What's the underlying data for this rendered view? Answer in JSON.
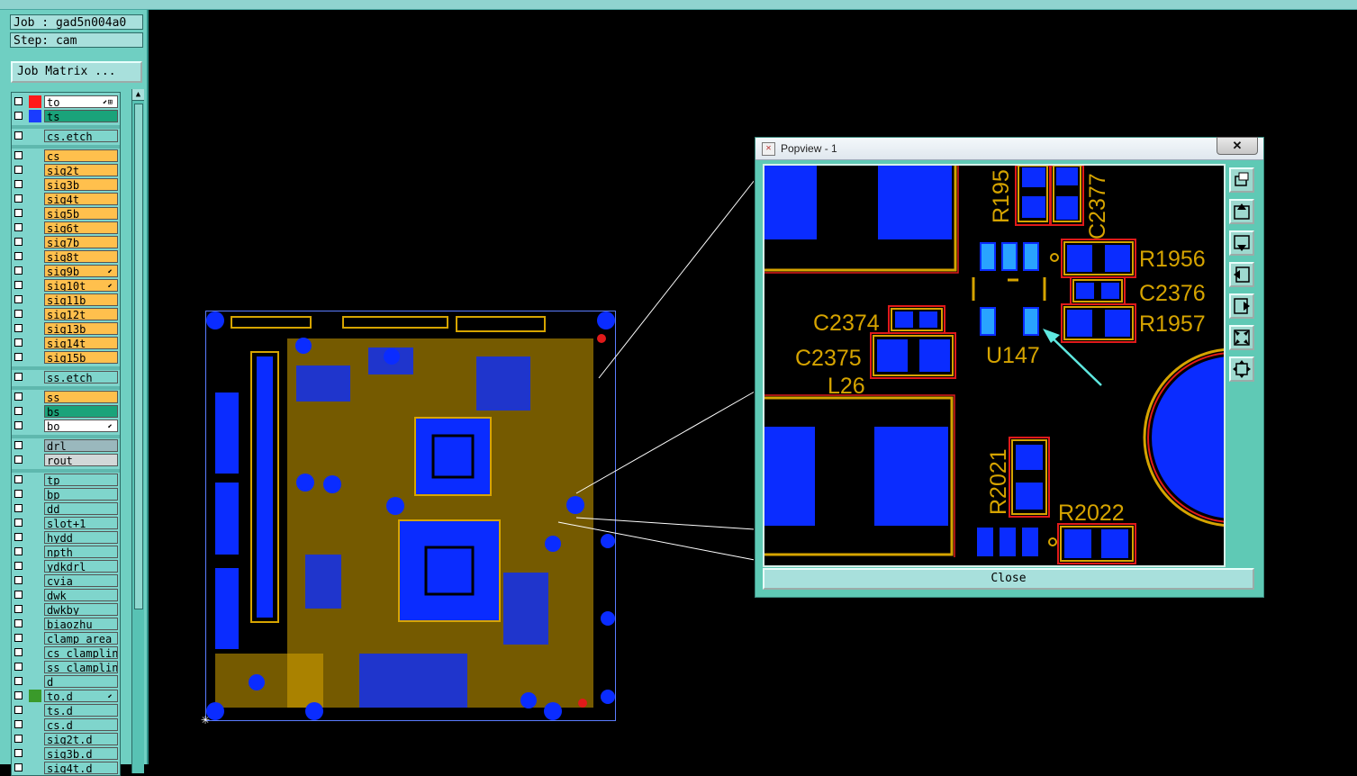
{
  "job": {
    "job_line": "Job : gad5n004a0",
    "step_line": "Step: cam",
    "matrix_button": "Job Matrix ..."
  },
  "layers_group1": [
    {
      "name": "to",
      "swatch": "#ff1a1a",
      "bg": "#ffffff",
      "flag": "⬋⊞"
    },
    {
      "name": "ts",
      "swatch": "#1a3cff",
      "bg": "#1aa37a",
      "flag": ""
    }
  ],
  "layers_group2": [
    {
      "name": "cs.etch",
      "swatch": "",
      "bg": "#7fd5cc",
      "flag": ""
    }
  ],
  "layers_group3": [
    {
      "name": "cs",
      "flag": ""
    },
    {
      "name": "sig2t",
      "flag": ""
    },
    {
      "name": "sig3b",
      "flag": ""
    },
    {
      "name": "sig4t",
      "flag": ""
    },
    {
      "name": "sig5b",
      "flag": ""
    },
    {
      "name": "sig6t",
      "flag": ""
    },
    {
      "name": "sig7b",
      "flag": ""
    },
    {
      "name": "sig8t",
      "flag": ""
    },
    {
      "name": "sig9b",
      "flag": "⬋"
    },
    {
      "name": "sig10t",
      "flag": "⬋"
    },
    {
      "name": "sig11b",
      "flag": ""
    },
    {
      "name": "sig12t",
      "flag": ""
    },
    {
      "name": "sig13b",
      "flag": ""
    },
    {
      "name": "sig14t",
      "flag": ""
    },
    {
      "name": "sig15b",
      "flag": ""
    }
  ],
  "layers_group4": [
    {
      "name": "ss.etch"
    }
  ],
  "layers_group5": [
    {
      "name": "ss",
      "bg": "#ffc04d",
      "flag": ""
    },
    {
      "name": "bs",
      "bg": "#1aa37a",
      "flag": ""
    },
    {
      "name": "bo",
      "bg": "#ffffff",
      "flag": "⬋"
    }
  ],
  "layers_group6": [
    {
      "name": "drl",
      "bg": "#9ab8bd"
    },
    {
      "name": "rout",
      "bg": "#d2d8d8"
    }
  ],
  "layers_group7": [
    {
      "name": "tp",
      "swatch": "",
      "flag": ""
    },
    {
      "name": "bp",
      "swatch": "",
      "flag": ""
    },
    {
      "name": "dd",
      "swatch": "",
      "flag": ""
    },
    {
      "name": "slot+1",
      "swatch": "",
      "flag": ""
    },
    {
      "name": "hydd",
      "swatch": "",
      "flag": ""
    },
    {
      "name": "npth",
      "swatch": "",
      "flag": ""
    },
    {
      "name": "ydkdrl",
      "swatch": "",
      "flag": ""
    },
    {
      "name": "cvia",
      "swatch": "",
      "flag": ""
    },
    {
      "name": "dwk",
      "swatch": "",
      "flag": ""
    },
    {
      "name": "dwkby",
      "swatch": "",
      "flag": ""
    },
    {
      "name": "biaozhu",
      "swatch": "",
      "flag": ""
    },
    {
      "name": "clamp_area",
      "swatch": "",
      "flag": ""
    },
    {
      "name": "cs_clampline",
      "swatch": "",
      "flag": ""
    },
    {
      "name": "ss_clampline",
      "swatch": "",
      "flag": ""
    },
    {
      "name": "d",
      "swatch": "",
      "flag": ""
    },
    {
      "name": "to.d",
      "swatch": "#3a9a2a",
      "flag": "⬋"
    },
    {
      "name": "ts.d",
      "swatch": "",
      "flag": ""
    },
    {
      "name": "cs.d",
      "swatch": "",
      "flag": ""
    },
    {
      "name": "sig2t.d",
      "swatch": "",
      "flag": ""
    },
    {
      "name": "sig3b.d",
      "swatch": "",
      "flag": ""
    },
    {
      "name": "sig4t.d",
      "swatch": "",
      "flag": ""
    }
  ],
  "popview": {
    "title": "Popview - 1",
    "close_x": "✕",
    "close_button": "Close",
    "labels": {
      "r195": "R195",
      "c2377": "C2377",
      "r1956": "R1956",
      "c2376": "C2376",
      "r1957": "R1957",
      "c2374": "C2374",
      "c2375": "C2375",
      "l26": "L26",
      "u147": "U147",
      "r2021": "R2021",
      "r2022": "R2022"
    },
    "tools": [
      "zoom-window-icon",
      "pan-up-icon",
      "pan-down-icon",
      "pan-left-icon",
      "pan-right-icon",
      "zoom-in-icon",
      "zoom-home-icon"
    ]
  },
  "colors": {
    "pad": "#0a2cff",
    "silk": "#d6a400",
    "outline_red": "#e01a1a",
    "panel": "#6fcfc2"
  }
}
